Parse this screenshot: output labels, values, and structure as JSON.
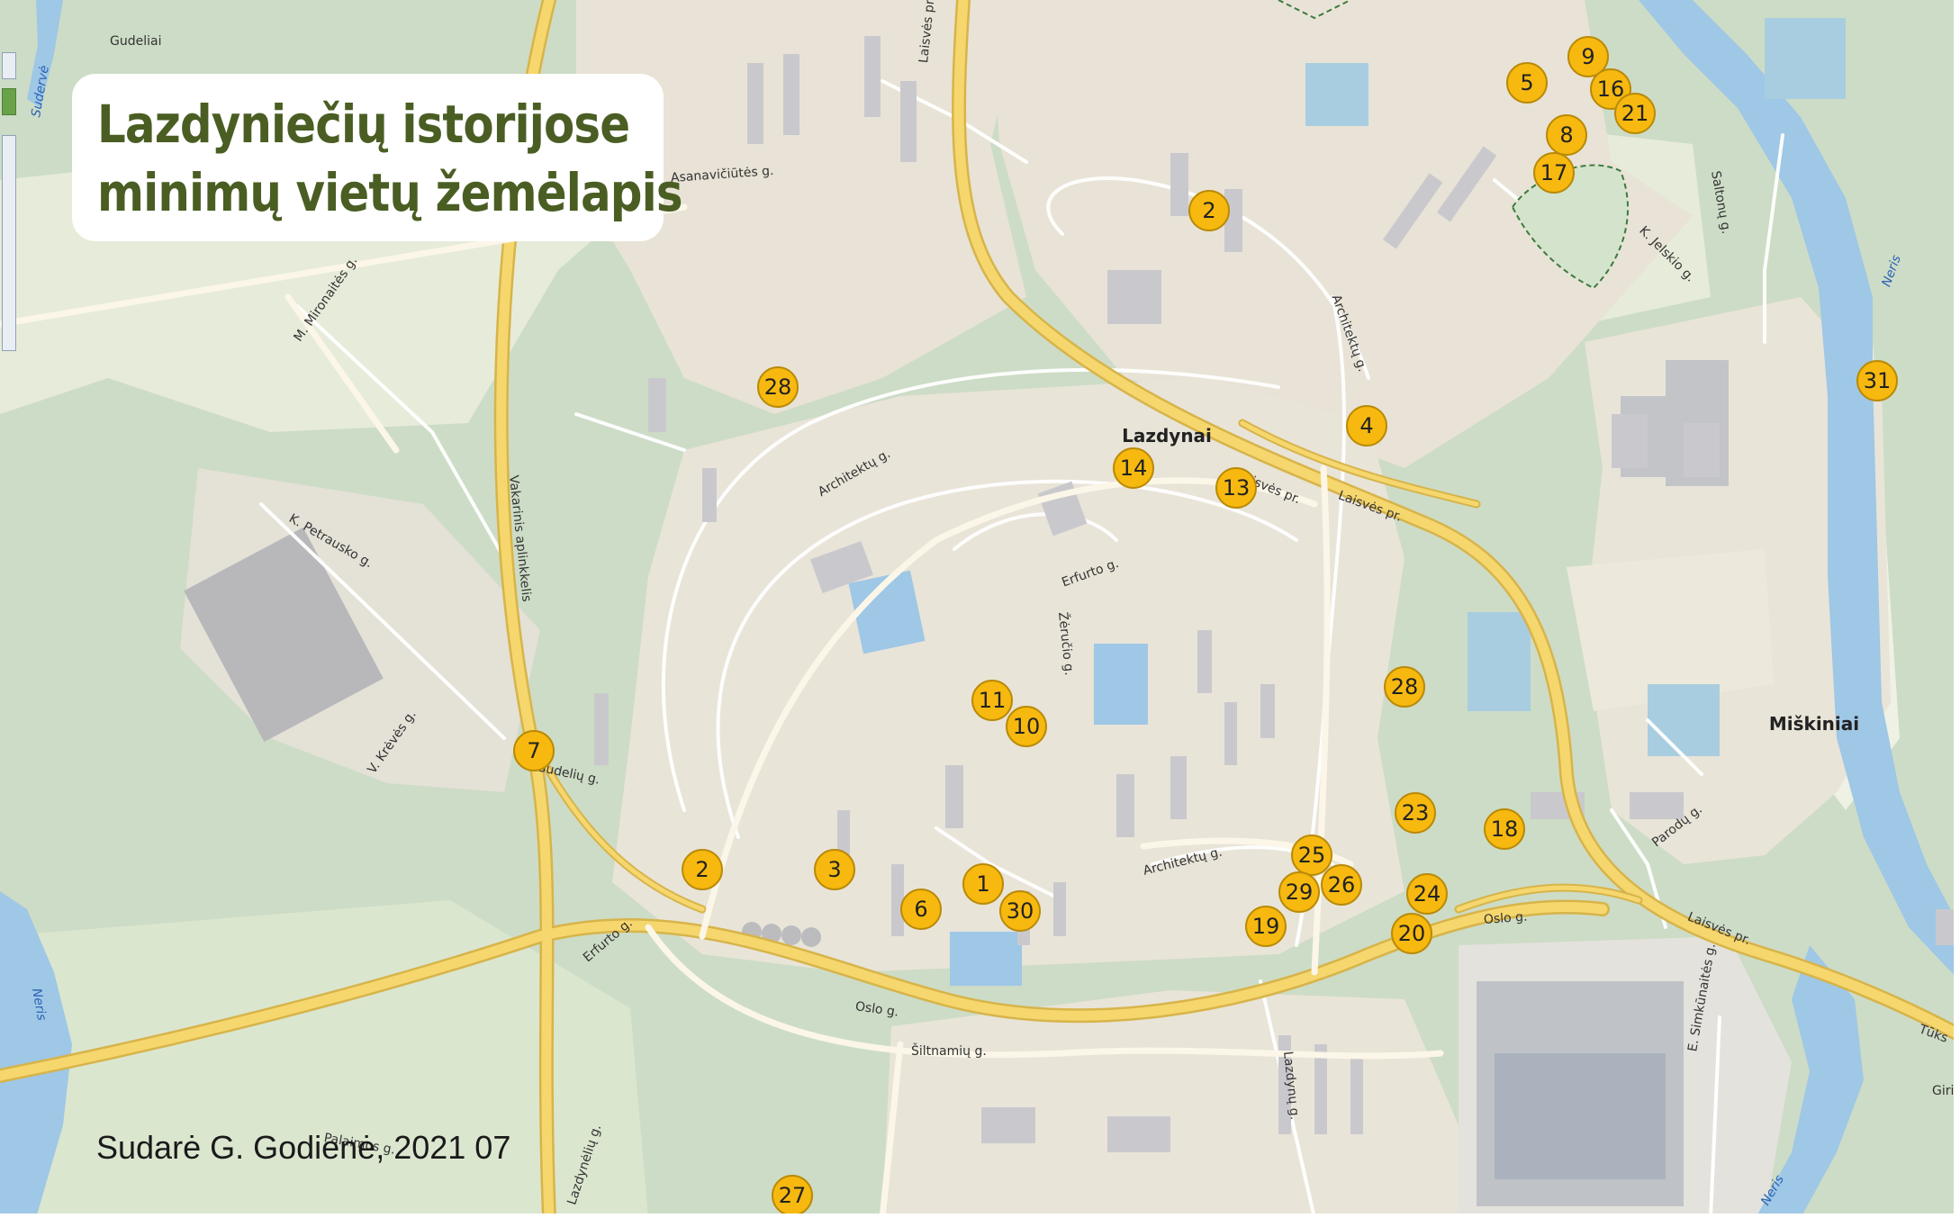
{
  "title": {
    "line1": "Lazdyniečių istorijose",
    "line2": "minimų vietų žemėlapis"
  },
  "credit": "Sudarė G. Godienė, 2021 07",
  "colors": {
    "marker_fill": "#f7b90f",
    "marker_border": "#b98a08",
    "title_text": "#4a5e23",
    "forest": "#c9dcc3",
    "urban": "#e9e4d8",
    "water": "#9fc7e6",
    "major_road": "#f5d76e"
  },
  "places": [
    {
      "name": "Lazdynai",
      "id": "lazdynai"
    },
    {
      "name": "Miškiniai",
      "id": "miskiniai"
    }
  ],
  "streets": [
    "Gudeliai",
    "Laisvės pr.",
    "Laisvės pr.",
    "Laisvės pr.",
    "Laisvės pr.",
    "Asanavičiūtės g.",
    "M. Mironaitės g.",
    "Architektų g.",
    "Architektų g.",
    "Architektų g.",
    "Vakarinis aplinkkelis",
    "K. Petrausko g.",
    "V. Krėvės g.",
    "Erfurto g.",
    "Erfurto g.",
    "Žėručio g.",
    "Gudelių g.",
    "Oslo g.",
    "Oslo g.",
    "Šiltnamių g.",
    "Lazdynų g.",
    "Lazdynėlių g.",
    "Palaimos g.",
    "Saltonų g.",
    "K. Jelskio g.",
    "Parodų g.",
    "E. Simkūnaitės g.",
    "Tūks",
    "Giri"
  ],
  "rivers": [
    "Sudervė",
    "Neris",
    "Neris",
    "Neris"
  ],
  "markers": [
    "1",
    "2",
    "2",
    "3",
    "4",
    "5",
    "6",
    "7",
    "8",
    "9",
    "10",
    "11",
    "13",
    "14",
    "16",
    "17",
    "18",
    "19",
    "20",
    "21",
    "23",
    "24",
    "25",
    "26",
    "27",
    "28",
    "28",
    "29",
    "30",
    "31"
  ]
}
